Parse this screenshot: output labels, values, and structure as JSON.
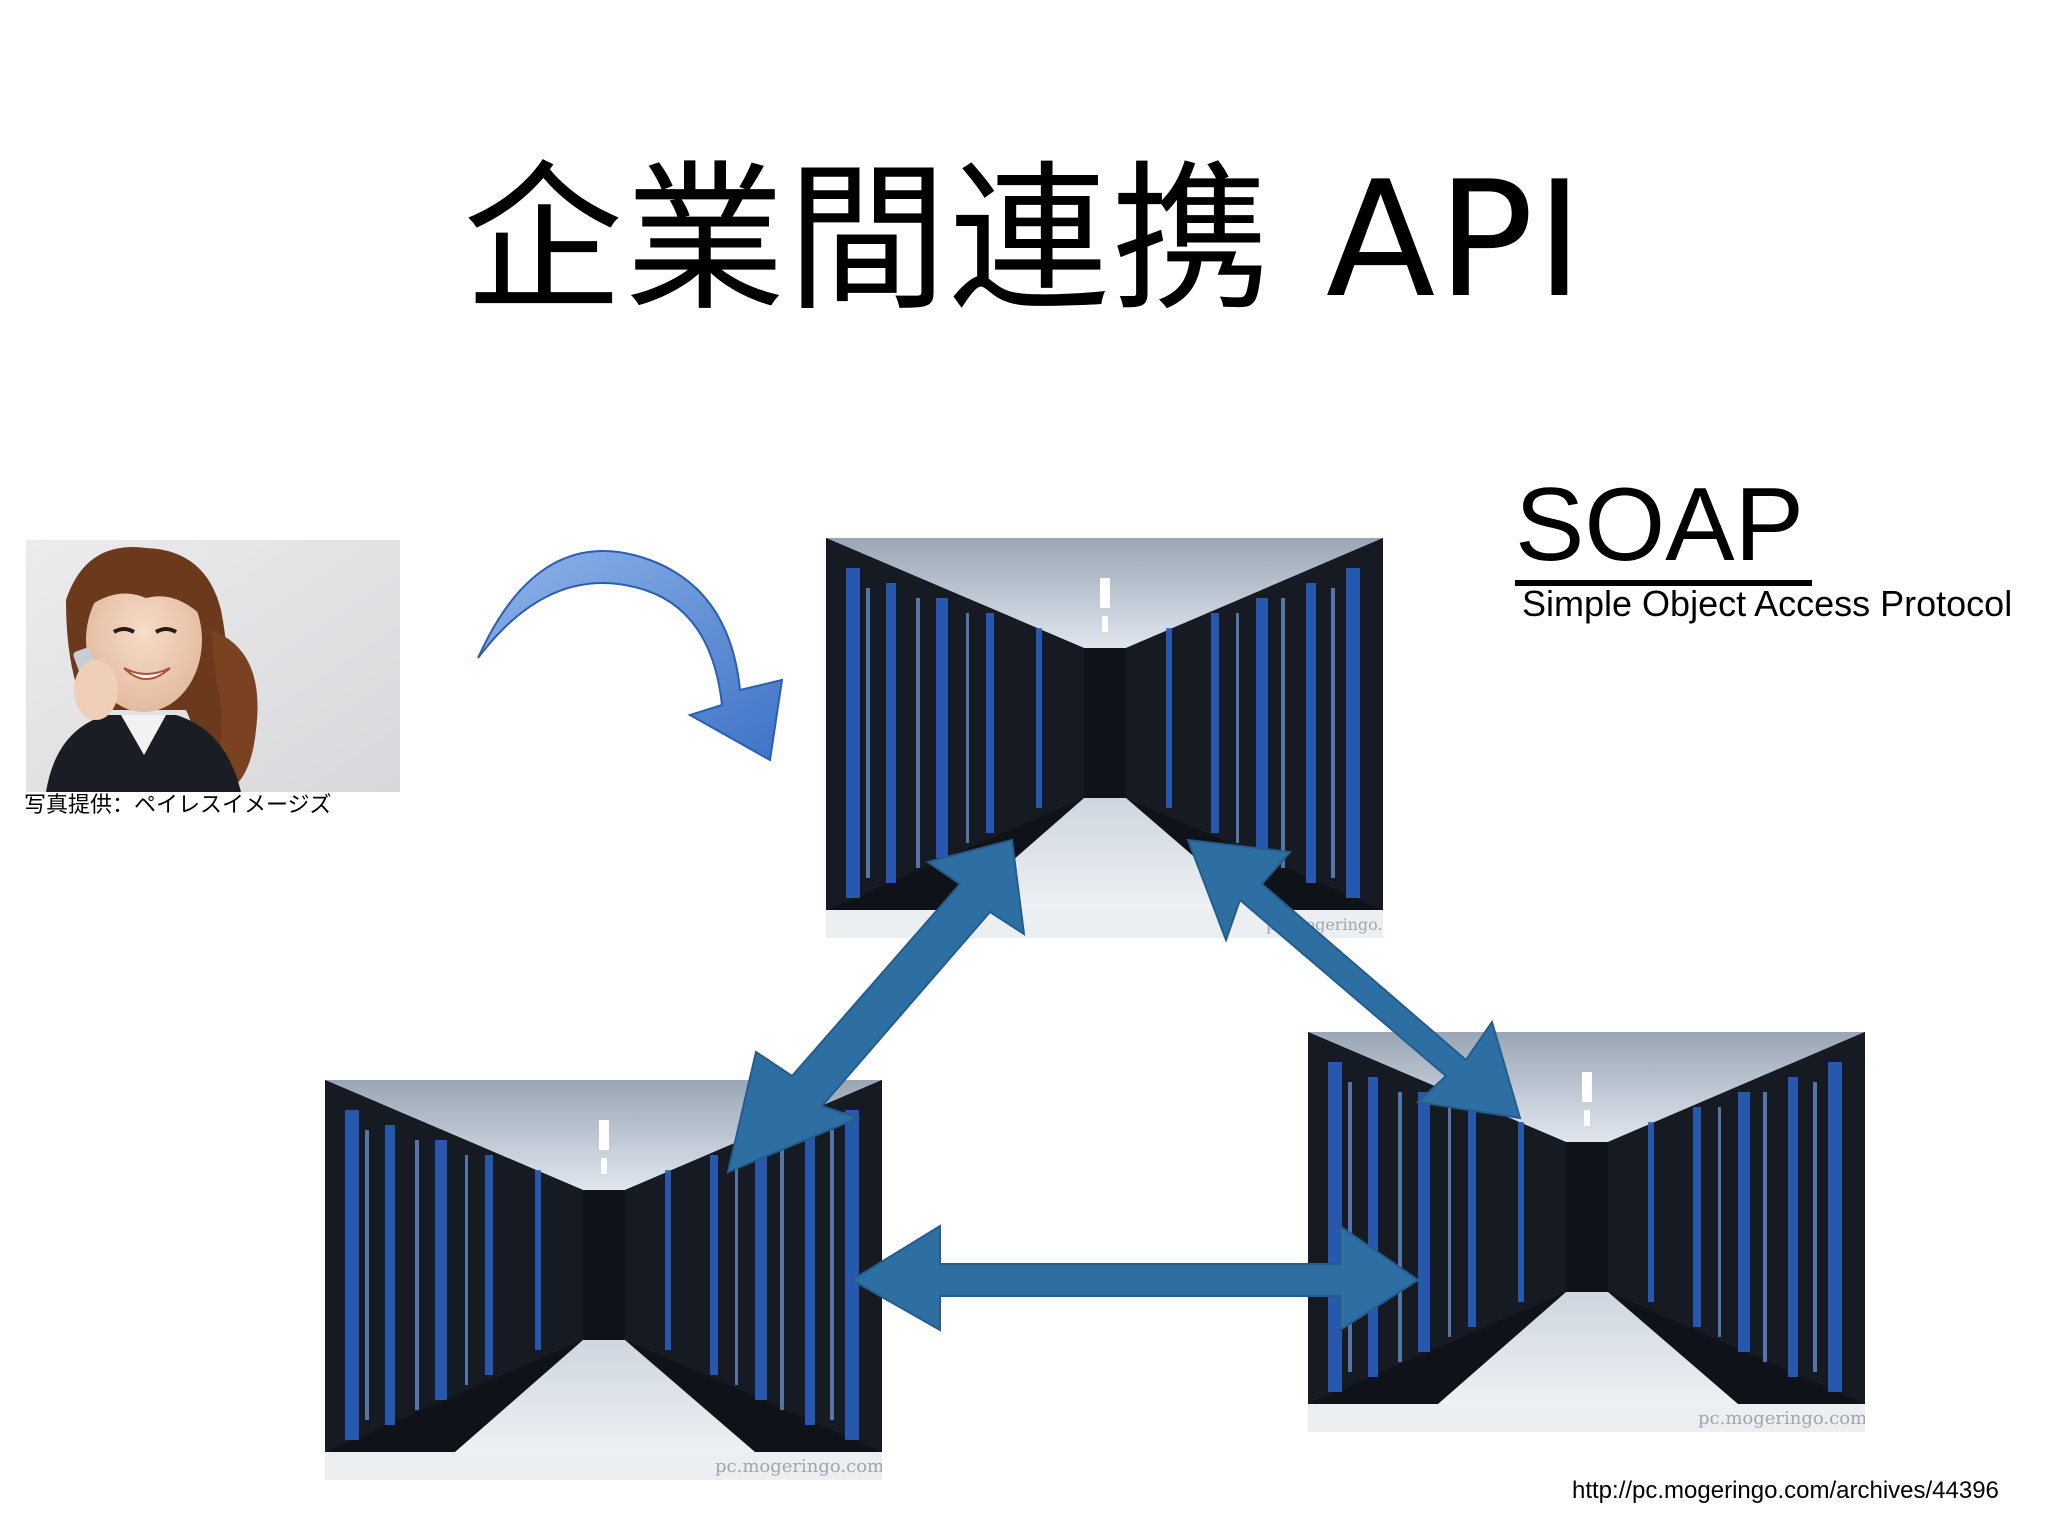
{
  "slide": {
    "title": "企業間連携 API",
    "soap": {
      "acronym": "SOAP",
      "expansion": "Simple Object Access Protocol"
    },
    "photo_credit": "写真提供：ペイレスイメージズ",
    "source_url": "http://pc.mogeringo.com/archives/44396",
    "datacenter_watermark": "pc.mogeringo.com",
    "colors": {
      "arrow_blue": "#2e6fa3",
      "curved_arrow": "#5b8fd4",
      "rack_dark": "#15181f",
      "rack_blue": "#2b63c7"
    },
    "icons": [
      "person-phone-photo",
      "datacenter-photo",
      "double-arrow",
      "curved-arrow"
    ]
  }
}
